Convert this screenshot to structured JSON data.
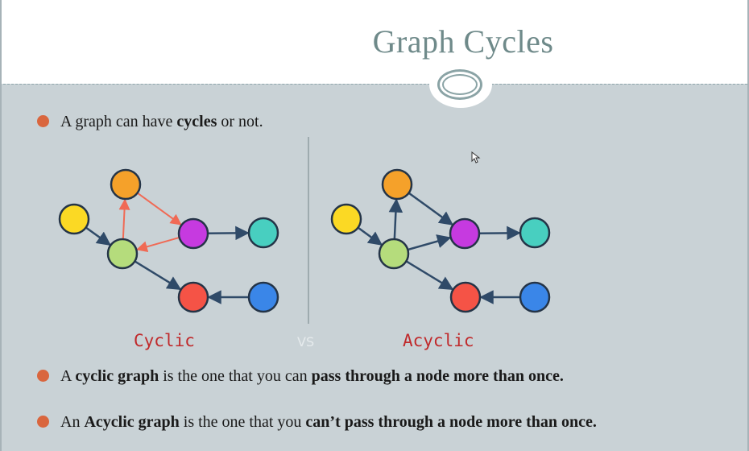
{
  "slide": {
    "title": "Graph Cycles",
    "bullets": [
      {
        "segments": [
          {
            "text": "A graph can have ",
            "bold": false
          },
          {
            "text": "cycles",
            "bold": true
          },
          {
            "text": " or not.",
            "bold": false
          }
        ]
      },
      {
        "segments": [
          {
            "text": "A ",
            "bold": false
          },
          {
            "text": "cyclic graph",
            "bold": true
          },
          {
            "text": " is the one that you can ",
            "bold": false
          },
          {
            "text": "pass through a node more than once.",
            "bold": true
          }
        ]
      },
      {
        "segments": [
          {
            "text": "An ",
            "bold": false
          },
          {
            "text": "Acyclic graph",
            "bold": true
          },
          {
            "text": " is the one that you ",
            "bold": false
          },
          {
            "text": "can’t pass through a node more than once.",
            "bold": true
          }
        ]
      }
    ],
    "labels": {
      "cyclic": "Cyclic",
      "vs": "VS",
      "acyclic": "Acyclic"
    },
    "colors": {
      "accent": "#d9663e",
      "title": "#6f8a8a",
      "content_bg": "#c9d2d6",
      "edge_dark": "#2f4a68",
      "edge_cycle": "#f06a55",
      "label_red": "#c0292b"
    }
  },
  "diagrams": {
    "cyclic": {
      "nodes": [
        {
          "id": "yellow",
          "color": "#fbd924"
        },
        {
          "id": "orange",
          "color": "#f5a12a"
        },
        {
          "id": "green",
          "color": "#b5dc7c"
        },
        {
          "id": "purple",
          "color": "#c63ae0"
        },
        {
          "id": "teal",
          "color": "#48cfc0"
        },
        {
          "id": "red",
          "color": "#f55346"
        },
        {
          "id": "blue",
          "color": "#3a86e8"
        }
      ],
      "edges": [
        {
          "from": "yellow",
          "to": "green",
          "style": "dark"
        },
        {
          "from": "green",
          "to": "orange",
          "style": "cycle"
        },
        {
          "from": "orange",
          "to": "purple",
          "style": "cycle"
        },
        {
          "from": "purple",
          "to": "green",
          "style": "cycle"
        },
        {
          "from": "purple",
          "to": "teal",
          "style": "dark"
        },
        {
          "from": "green",
          "to": "red",
          "style": "dark"
        },
        {
          "from": "blue",
          "to": "red",
          "style": "dark"
        }
      ]
    },
    "acyclic": {
      "nodes": [
        {
          "id": "yellow",
          "color": "#fbd924"
        },
        {
          "id": "orange",
          "color": "#f5a12a"
        },
        {
          "id": "green",
          "color": "#b5dc7c"
        },
        {
          "id": "purple",
          "color": "#c63ae0"
        },
        {
          "id": "teal",
          "color": "#48cfc0"
        },
        {
          "id": "red",
          "color": "#f55346"
        },
        {
          "id": "blue",
          "color": "#3a86e8"
        }
      ],
      "edges": [
        {
          "from": "yellow",
          "to": "green",
          "style": "dark"
        },
        {
          "from": "green",
          "to": "orange",
          "style": "dark"
        },
        {
          "from": "orange",
          "to": "purple",
          "style": "dark"
        },
        {
          "from": "green",
          "to": "purple",
          "style": "dark"
        },
        {
          "from": "purple",
          "to": "teal",
          "style": "dark"
        },
        {
          "from": "green",
          "to": "red",
          "style": "dark"
        },
        {
          "from": "blue",
          "to": "red",
          "style": "dark"
        }
      ]
    }
  }
}
